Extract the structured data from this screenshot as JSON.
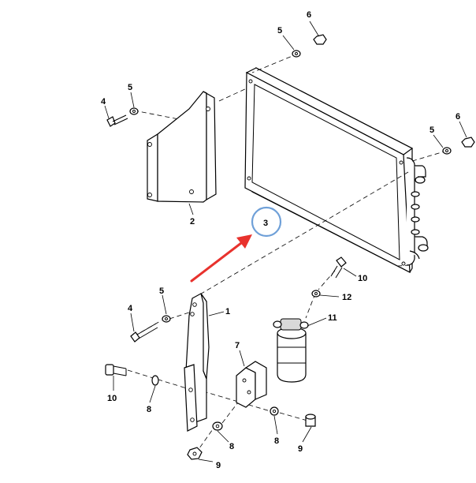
{
  "colors": {
    "line": "#000000",
    "background": "#ffffff",
    "highlight_arrow": "#e8322d",
    "highlight_circle": "#6fa0d8"
  },
  "callouts": {
    "c1": "1",
    "c2": "2",
    "c3": "3",
    "c4a": "4",
    "c4b": "4",
    "c5a": "5",
    "c5b": "5",
    "c5c": "5",
    "c5d": "5",
    "c6a": "6",
    "c6b": "6",
    "c7": "7",
    "c8a": "8",
    "c8b": "8",
    "c8c": "8",
    "c9a": "9",
    "c9b": "9",
    "c10a": "10",
    "c10b": "10",
    "c11": "11",
    "c12": "12"
  }
}
